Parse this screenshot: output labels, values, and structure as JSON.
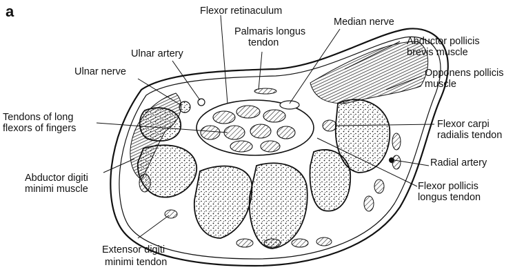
{
  "figure": {
    "panel_letter": "a"
  },
  "labels": {
    "flexor_retinaculum": "Flexor retinaculum",
    "median_nerve": "Median nerve",
    "palmaris_longus_1": "Palmaris longus",
    "palmaris_longus_2": "tendon",
    "ulnar_artery": "Ulnar artery",
    "abductor_pollicis_brevis_1": "Abductor pollicis",
    "abductor_pollicis_brevis_2": "brevis muscle",
    "ulnar_nerve": "Ulnar nerve",
    "opponens_pollicis_1": "Opponens pollicis",
    "opponens_pollicis_2": "muscle",
    "tendons_long_flexors_1": "Tendons of long",
    "tendons_long_flexors_2": "flexors of fingers",
    "flexor_carpi_radialis_1": "Flexor carpi",
    "flexor_carpi_radialis_2": "radialis tendon",
    "radial_artery": "Radial artery",
    "abductor_digiti_minimi_1": "Abductor digiti",
    "abductor_digiti_minimi_2": "minimi muscle",
    "flexor_pollicis_longus_1": "Flexor pollicis",
    "flexor_pollicis_longus_2": "longus tendon",
    "extensor_digiti_minimi_1": "Extensor digiti",
    "extensor_digiti_minimi_2": "minimi tendon"
  },
  "colors": {
    "line": "#111111",
    "background": "#ffffff"
  }
}
